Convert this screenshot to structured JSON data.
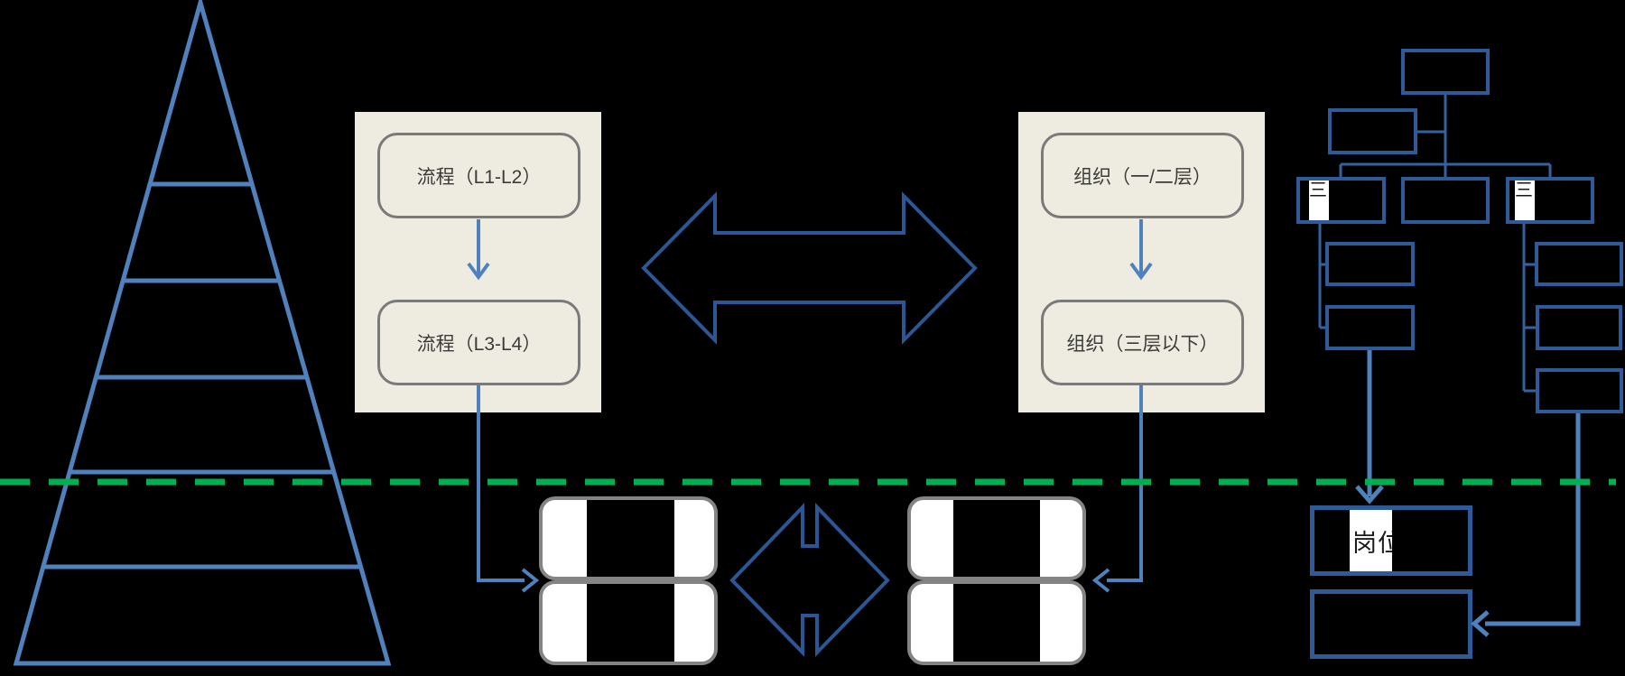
{
  "diagram": {
    "process_panel": {
      "box1_label": "流程（L1-L2）",
      "box2_label": "流程（L3-L4）"
    },
    "organization_panel": {
      "box1_label": "组织（一/二层）",
      "box2_label": "组织（三层以下）"
    },
    "org_chart": {
      "dept_glyph_left": "三",
      "dept_glyph_right": "三"
    },
    "position_area": {
      "position_box_label": "岗位"
    },
    "colors": {
      "background": "#000000",
      "pyramid_blue": "#4f81bd",
      "dark_arrow_blue": "#2b5797",
      "org_box_blue": "#2e5b97",
      "connector_blue": "#4f81bd",
      "divider_green": "#00b050",
      "panel_beige": "#eeece1",
      "box_border_gray": "#7a7a7a",
      "card_white": "#ffffff"
    }
  }
}
